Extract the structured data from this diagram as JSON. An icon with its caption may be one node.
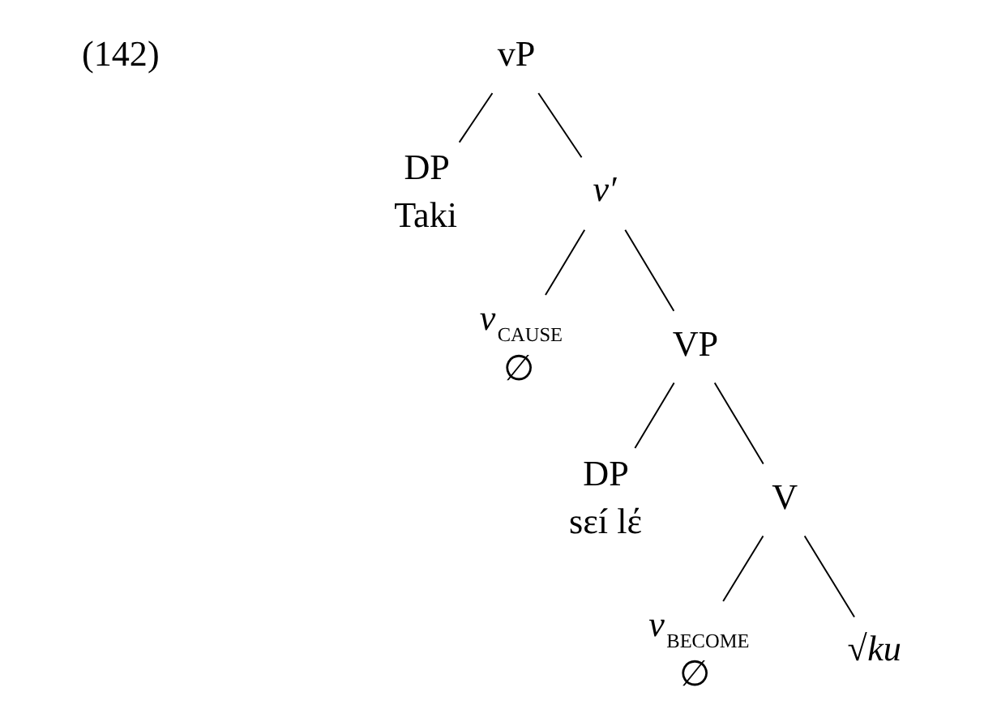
{
  "diagram": {
    "nodes": [
      {
        "text": [
          "vP"
        ]
      },
      {
        "text": [
          "DP",
          "Taki"
        ]
      },
      {
        "text": [
          "*v*′"
        ]
      },
      {
        "text": [
          "*v*$_{CAUSE}$",
          "∅"
        ]
      },
      {
        "text": [
          "VP"
        ]
      },
      {
        "text": [
          "DP",
          "sεí lέ"
        ]
      },
      {
        "text": [
          "V"
        ]
      },
      {
        "text": [
          "*v*$_{BECOME}$",
          "∅"
        ]
      },
      {
        "text": [
          "√*ku*"
        ]
      }
    ],
    "edges": [
      {
        "from": 0,
        "to": 1,
        "arrow": "none"
      },
      {
        "from": 0,
        "to": 2,
        "arrow": "none"
      },
      {
        "from": 2,
        "to": 3,
        "arrow": "none"
      },
      {
        "from": 2,
        "to": 4,
        "arrow": "none"
      },
      {
        "from": 4,
        "to": 5,
        "arrow": "none"
      },
      {
        "from": 4,
        "to": 6,
        "arrow": "none"
      },
      {
        "from": 6,
        "to": 7,
        "arrow": "none"
      },
      {
        "from": 6,
        "to": 8,
        "arrow": "none"
      }
    ],
    "labels": [
      "(142)"
    ]
  }
}
